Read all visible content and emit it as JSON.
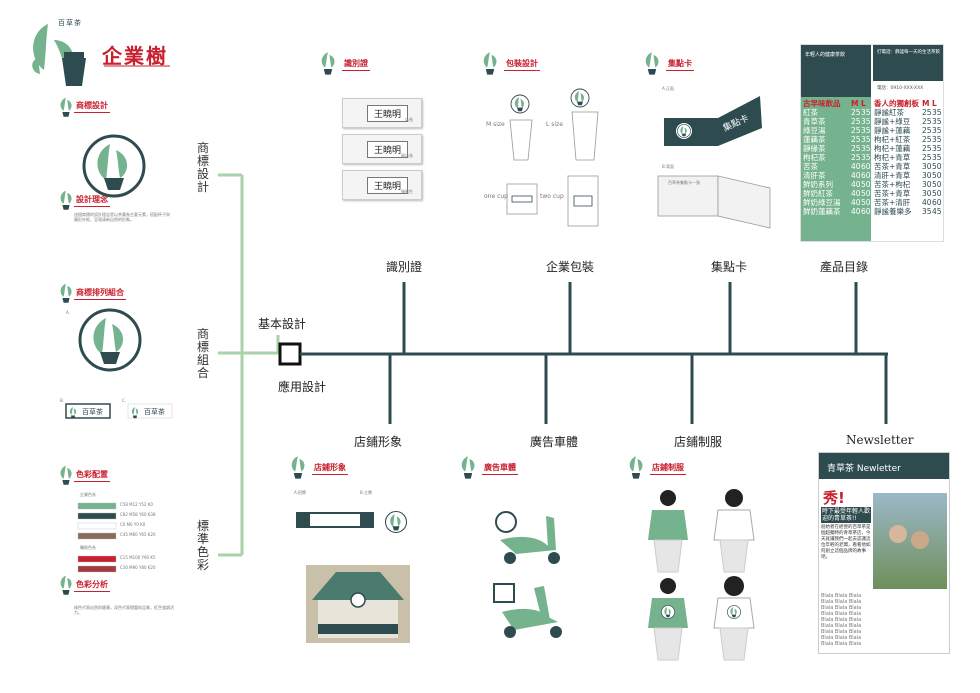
{
  "brand": {
    "small_logo_text": "百草茶",
    "title": "企業樹"
  },
  "colors": {
    "green": "#75b28e",
    "dark": "#2e4b4f",
    "red": "#c8202e",
    "line_green": "#a9d2a8"
  },
  "left_panel": {
    "sections": [
      {
        "id": "logo-design",
        "label": "商標設計"
      },
      {
        "id": "design-concept",
        "label": "設計理念"
      },
      {
        "id": "logo-combo",
        "label": "商標排列組合"
      },
      {
        "id": "color-config",
        "label": "色彩配置"
      },
      {
        "id": "color-analysis",
        "label": "色彩分析"
      }
    ],
    "concept_text": "這個商標的設計理念是以茶葉為主要元素，搭配杯子與圓形外框，呈現清新自然的形象。",
    "combo_labels": {
      "a": "A.",
      "b": "B.",
      "c": "C."
    },
    "combo_logo_text": "百草茶",
    "color_titles": {
      "main": "企業色系",
      "aux": "輔助色系"
    },
    "color_swatches": [
      {
        "color": "#75b28e",
        "code": "C58 M12 Y52 K0"
      },
      {
        "color": "#2e4b4f",
        "code": "C82 M58 Y60 K38"
      },
      {
        "color": "#ffffff",
        "code": "C0 M0 Y0 K0"
      },
      {
        "color": "#8a6a58",
        "code": "C45 M60 Y65 K20"
      },
      {
        "color": "#c8202e",
        "code": "C15 M100 Y90 K5"
      },
      {
        "color": "#a33a3e",
        "code": "C30 M90 Y80 K20"
      }
    ],
    "analysis_text": "綠色代表自然與健康，深色代表穩重與品質，紅色強調活力。"
  },
  "trunk": {
    "branch_labels": [
      "商標設計",
      "商標組合",
      "標準色彩"
    ],
    "basic": "基本設計",
    "applied": "應用設計"
  },
  "upper_nodes": [
    "識別證",
    "企業包裝",
    "集點卡",
    "產品目錄"
  ],
  "lower_nodes": [
    "店鋪形象",
    "廣告車體",
    "店鋪制服",
    "Newsletter"
  ],
  "id_card": {
    "label": "識別證",
    "name": "王曉明",
    "roles": [
      "店長",
      "副店長",
      "服務生"
    ]
  },
  "packaging": {
    "label": "包裝設計",
    "sizes": [
      "M size",
      "L size",
      "one cup",
      "two cup"
    ]
  },
  "stamp_card": {
    "label": "集點卡",
    "sub_a": "A.正面",
    "sub_b": "B.背面",
    "card_text": "集點卡",
    "back_title": "百草茶集點卡一張"
  },
  "catalog": {
    "header_left": "年輕人的健康茶飲",
    "header_right": "打電話：靜謐每一天的生活茶飲",
    "phone": "電話：0910-XXX-XXX",
    "left_head": {
      "title": "古早味飲品",
      "m": "M",
      "l": "L"
    },
    "right_head": {
      "title": "香人的獨創板",
      "m": "M",
      "l": "L"
    },
    "left_items": [
      [
        "紅茶",
        "25",
        "35"
      ],
      [
        "青草茶",
        "25",
        "35"
      ],
      [
        "綠豆湯",
        "25",
        "35"
      ],
      [
        "蓮藕茶",
        "25",
        "35"
      ],
      [
        "靜緣茶",
        "25",
        "35"
      ],
      [
        "枸杞茶",
        "25",
        "35"
      ],
      [
        "苦茶",
        "40",
        "60"
      ],
      [
        "清肝茶",
        "40",
        "60"
      ],
      [
        "鮮奶系列",
        "40",
        "50"
      ],
      [
        "鮮奶紅茶",
        "40",
        "50"
      ],
      [
        "鮮奶綠豆湯",
        "40",
        "50"
      ],
      [
        "鮮奶蓮藕茶",
        "40",
        "60"
      ]
    ],
    "right_items": [
      [
        "靜謐紅茶",
        "25",
        "35"
      ],
      [
        "靜謐+綠豆",
        "25",
        "35"
      ],
      [
        "靜謐+蓮藕",
        "25",
        "35"
      ],
      [
        "枸杞+紅茶",
        "25",
        "35"
      ],
      [
        "枸杞+蓮藕",
        "25",
        "35"
      ],
      [
        "枸杞+青草",
        "25",
        "35"
      ],
      [
        "苦茶+青草",
        "30",
        "50"
      ],
      [
        "清肝+青草",
        "30",
        "50"
      ],
      [
        "苦茶+枸杞",
        "30",
        "50"
      ],
      [
        "苦茶+青草",
        "30",
        "50"
      ],
      [
        "苦茶+清肝",
        "40",
        "60"
      ],
      [
        "靜謐養樂多",
        "35",
        "45"
      ]
    ]
  },
  "store": {
    "label": "店鋪形象",
    "a": "A.招牌",
    "b": "B.立牌"
  },
  "vehicle": {
    "label": "廣告車體"
  },
  "uniform": {
    "label": "店鋪制服"
  },
  "newsletter": {
    "title": "青草茶 Newletter",
    "headline": "秀!",
    "intro": "時下最受年輕人歡迎的青草茶!!",
    "body": "創始者在經營的百草茶是個超獨特的青草茶店，今天就讓我們一起去認識這位年輕的老闆，看看他如何創立這個品牌的故事吧。",
    "filler": "Blala Blala Blala"
  }
}
